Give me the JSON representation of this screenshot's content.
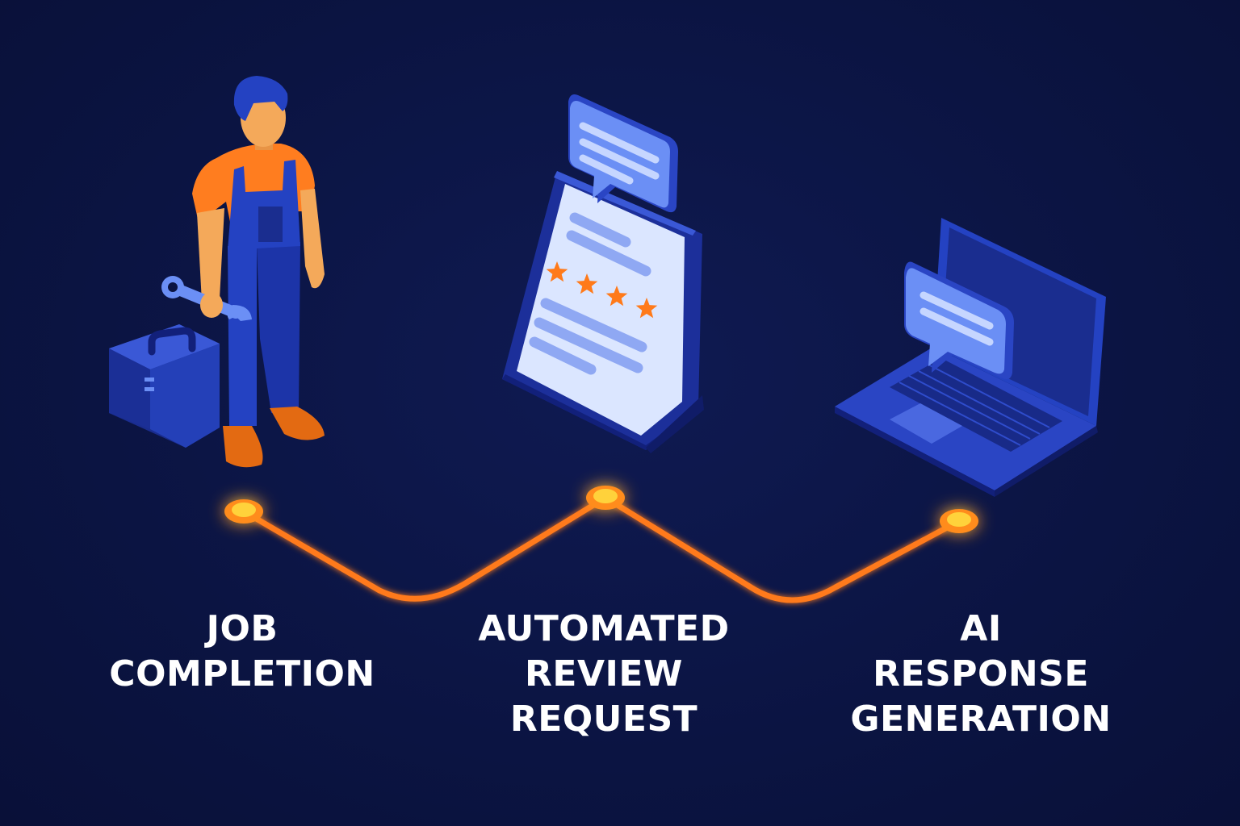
{
  "steps": [
    {
      "id": "job-completion",
      "lines": [
        "JOB",
        "COMPLETION"
      ],
      "icon": "worker-icon"
    },
    {
      "id": "automated-review-request",
      "lines": [
        "AUTOMATED",
        "REVIEW",
        "REQUEST"
      ],
      "icon": "review-tablet-icon"
    },
    {
      "id": "ai-response-generation",
      "lines": [
        "AI",
        "RESPONSE",
        "GENERATION"
      ],
      "icon": "laptop-chat-icon"
    }
  ],
  "review": {
    "stars": 4
  },
  "colors": {
    "background": "#0b1442",
    "accent": "#ff7a1a",
    "node": "#ffc21a",
    "blue": "#2a45c4",
    "blue_dark": "#1a2d8f",
    "blue_light": "#6b8ff5",
    "paper": "#dbe6ff",
    "skin": "#f4a95a",
    "shirt": "#ff7d1f"
  }
}
